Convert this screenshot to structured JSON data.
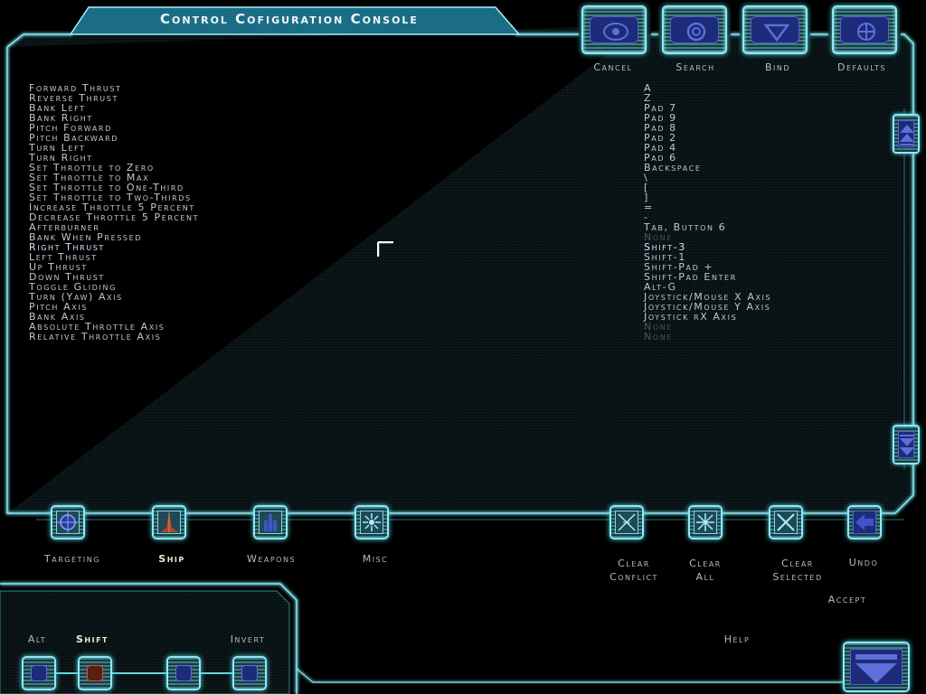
{
  "title": "Control Cofiguration Console",
  "colors": {
    "frame": "#5fd8e8",
    "panel": "#0b1416",
    "accent_text": "#e8ecc9",
    "selected_row": "#dfe0ff"
  },
  "top_buttons": [
    {
      "label": "Cancel",
      "icon": "cancel-icon"
    },
    {
      "label": "Search",
      "icon": "search-icon"
    },
    {
      "label": "Bind",
      "icon": "bind-icon"
    },
    {
      "label": "Defaults",
      "icon": "defaults-icon"
    }
  ],
  "controls": [
    {
      "action": "Forward Thrust",
      "binding": "A"
    },
    {
      "action": "Reverse Thrust",
      "binding": "Z"
    },
    {
      "action": "Bank Left",
      "binding": "Pad 7"
    },
    {
      "action": "Bank Right",
      "binding": "Pad 9"
    },
    {
      "action": "Pitch Forward",
      "binding": "Pad 8"
    },
    {
      "action": "Pitch Backward",
      "binding": "Pad 2"
    },
    {
      "action": "Turn Left",
      "binding": "Pad 4"
    },
    {
      "action": "Turn Right",
      "binding": "Pad 6"
    },
    {
      "action": "Set Throttle to Zero",
      "binding": "Backspace"
    },
    {
      "action": "Set Throttle to Max",
      "binding": "\\"
    },
    {
      "action": "Set Throttle to One-Third",
      "binding": "["
    },
    {
      "action": "Set Throttle to Two-Thirds",
      "binding": "]"
    },
    {
      "action": "Increase Throttle 5 Percent",
      "binding": "="
    },
    {
      "action": "Decrease Throttle 5 Percent",
      "binding": "-"
    },
    {
      "action": "Afterburner",
      "binding": "Tab, Button 6"
    },
    {
      "action": "Bank When Pressed",
      "binding": "None"
    },
    {
      "action": "Right Thrust",
      "binding": "Shift-3"
    },
    {
      "action": "Left Thrust",
      "binding": "Shift-1"
    },
    {
      "action": "Up Thrust",
      "binding": "Shift-Pad +"
    },
    {
      "action": "Down Thrust",
      "binding": "Shift-Pad Enter"
    },
    {
      "action": "Toggle Gliding",
      "binding": "Alt-G"
    },
    {
      "action": "Turn (Yaw) Axis",
      "binding": "Joystick/Mouse X Axis"
    },
    {
      "action": "Pitch Axis",
      "binding": "Joystick/Mouse Y Axis"
    },
    {
      "action": "Bank Axis",
      "binding": "Joystick rX Axis"
    },
    {
      "action": "Absolute Throttle Axis",
      "binding": "None"
    },
    {
      "action": "Relative Throttle Axis",
      "binding": "None"
    }
  ],
  "selected_control": "Right Thrust",
  "categories": [
    {
      "label": "Targeting",
      "icon": "targeting-icon"
    },
    {
      "label": "Ship",
      "icon": "ship-icon",
      "active": true
    },
    {
      "label": "Weapons",
      "icon": "weapons-icon"
    },
    {
      "label": "Misc",
      "icon": "misc-icon"
    }
  ],
  "actions": [
    {
      "line1": "Clear",
      "line2": "Conflict",
      "icon": "clear-conflict-icon"
    },
    {
      "line1": "Clear",
      "line2": "All",
      "icon": "clear-all-icon"
    },
    {
      "line1": "Clear",
      "line2": "Selected",
      "icon": "clear-selected-icon"
    },
    {
      "line1": "Undo",
      "line2": "",
      "icon": "undo-icon"
    }
  ],
  "modifiers": [
    {
      "label": "Alt",
      "on": false
    },
    {
      "label": "Shift",
      "on": true
    },
    {
      "label": "",
      "on": false
    },
    {
      "label": "Invert",
      "on": false
    }
  ],
  "accept_label": "Accept",
  "help_label": "Help"
}
